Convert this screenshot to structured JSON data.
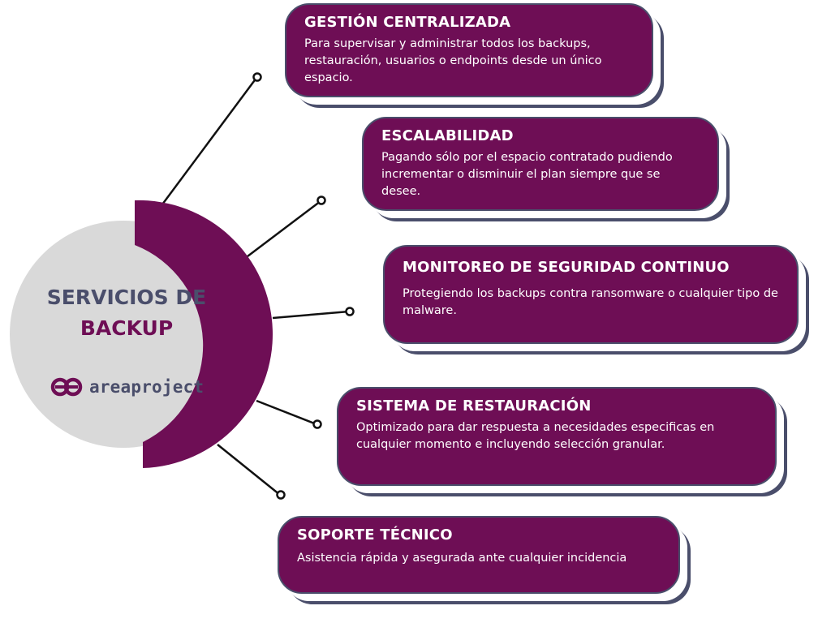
{
  "hub": {
    "title_line1": "SERVICIOS DE",
    "title_line2": "BACKUP",
    "brand": "areaproject",
    "brand_icon": "areaproject-logo-icon"
  },
  "colors": {
    "primary": "#6e0e55",
    "secondary": "#4a4e6b",
    "circle": "#d9d9d9",
    "card_text": "#ffffff"
  },
  "services": [
    {
      "title": "GESTIÓN CENTRALIZADA",
      "description": "Para supervisar y administrar todos los backups, restauración, usuarios o endpoints desde un único espacio."
    },
    {
      "title": "ESCALABILIDAD",
      "description": "Pagando sólo por el espacio contratado pudiendo incrementar o disminuir el plan siempre que se desee."
    },
    {
      "title": "MONITOREO DE SEGURIDAD CONTINUO",
      "description": "Protegiendo los backups contra ransomware o cualquier tipo de malware."
    },
    {
      "title": "SISTEMA DE RESTAURACIÓN",
      "description": "Optimizado para dar respuesta a necesidades especificas en cualquier momento e incluyendo selección granular."
    },
    {
      "title": "SOPORTE TÉCNICO",
      "description": "Asistencia rápida y asegurada ante cualquier incidencia"
    }
  ]
}
